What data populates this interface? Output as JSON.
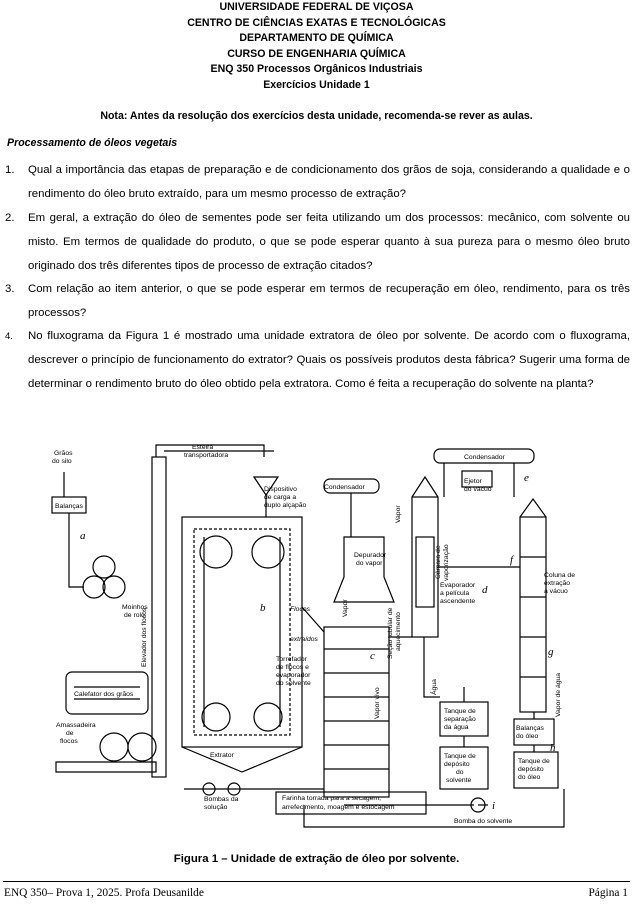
{
  "header": {
    "lines": [
      "UNIVERSIDADE FEDERAL DE VIÇOSA",
      "CENTRO DE CIÊNCIAS EXATAS E TECNOLÓGICAS",
      "DEPARTAMENTO DE QUÍMICA",
      "CURSO DE ENGENHARIA QUÍMICA",
      "ENQ 350 Processos Orgânicos Industriais",
      "Exercícios Unidade 1"
    ]
  },
  "nota": "Nota: Antes da resolução dos exercícios desta unidade, recomenda-se rever as aulas.",
  "section_title": "Processamento de óleos vegetais",
  "questions": [
    {
      "num": "1.",
      "text": "Qual a importância das etapas de preparação e de condicionamento dos grãos de soja, considerando a qualidade e o rendimento do óleo bruto extraído, para um mesmo processo de extração?"
    },
    {
      "num": "2.",
      "text": "Em geral, a extração do óleo de sementes pode ser feita utilizando um dos processos: mecânico, com solvente ou misto. Em termos de qualidade do produto, o que se pode esperar quanto à sua pureza para o mesmo óleo bruto originado dos três diferentes tipos de processo de extração citados?"
    },
    {
      "num": "3.",
      "text": "Com relação ao item anterior, o que se pode esperar em termos de recuperação em óleo, rendimento, para os três processos?"
    },
    {
      "num": "4.",
      "text": "No fluxograma da Figura 1 é mostrado uma unidade extratora de óleo por solvente. De acordo com o fluxograma, descrever o princípio de funcionamento do extrator? Quais os possíveis produtos desta fábrica? Sugerir uma forma de determinar o rendimento bruto do óleo obtido pela extratora. Como é feita a recuperação do solvente na planta?"
    }
  ],
  "figure": {
    "labels": {
      "graos_line1": "Grãos",
      "graos_line2": "do silo",
      "balancas": "Balanças",
      "moinhos_line1": "Moinhos",
      "moinhos_line2": "de rolo",
      "calefator": "Calefator dos grãos",
      "amassadeira_line1": "Amassadeira",
      "amassadeira_line2": "de",
      "amassadeira_line3": "flocos",
      "elevador": "Elevador dos flocos",
      "esteira_line1": "Esteira",
      "esteira_line2": "transportadora",
      "dispositivo_line1": "Dispositivo",
      "dispositivo_line2": "de carga a",
      "dispositivo_line3": "duplo alçapão",
      "condensador1": "Condensador",
      "depurador_line1": "Depurador",
      "depurador_line2": "do vapor",
      "flocos_line1": "Flocos",
      "flocos_line2": "extraídos",
      "torrefador_line1": "Torrefador",
      "torrefador_line2": "de flocos e",
      "torrefador_line3": "evaporador",
      "torrefador_line4": "do solvente",
      "extrator": "Extrator",
      "bombas_line1": "Bombas da",
      "bombas_line2": "solução",
      "farinha_line1": "Farinha torrada para a secagem,",
      "farinha_line2": "arrefecimento, moagem e estocagem",
      "vapor_vivo": "Vapor vivo",
      "vapor1": "Vapor",
      "vapor2": "Vapor",
      "secao_line1": "Seção tubular de",
      "secao_line2": "aquecimento",
      "camara_line1": "Câmara de",
      "camara_line2": "vaporização",
      "evaporador_line1": "Evaporador",
      "evaporador_line2": "a película",
      "evaporador_line3": "ascendente",
      "condensador2": "Condensador",
      "ejetor_line1": "Ejetor",
      "ejetor_line2": "do vácuo",
      "coluna_line1": "Coluna de",
      "coluna_line2": "extração",
      "coluna_line3": "a vácuo",
      "agua": "Água",
      "vapor_de_agua": "Vapor de água",
      "tanque_sep_line1": "Tanque de",
      "tanque_sep_line2": "separação",
      "tanque_sep_line3": "da água",
      "tanque_solv_line1": "Tanque de",
      "tanque_solv_line2": "depósito",
      "tanque_solv_line3": "do",
      "tanque_solv_line4": "solvente",
      "balancas2_line1": "Balanças",
      "balancas2_line2": "do óleo",
      "tanque_oleo_line1": "Tanque de",
      "tanque_oleo_line2": "depósito",
      "tanque_oleo_line3": "do óleo",
      "bomba_solvente": "Bomba do solvente"
    },
    "letters": [
      "a",
      "b",
      "c",
      "d",
      "e",
      "f",
      "g",
      "h",
      "i"
    ]
  },
  "caption": "Figura 1 – Unidade de extração de óleo por solvente.",
  "footer": {
    "left": "ENQ 350– Prova 1, 2025. Profa Deusanilde",
    "right": "Página 1"
  }
}
